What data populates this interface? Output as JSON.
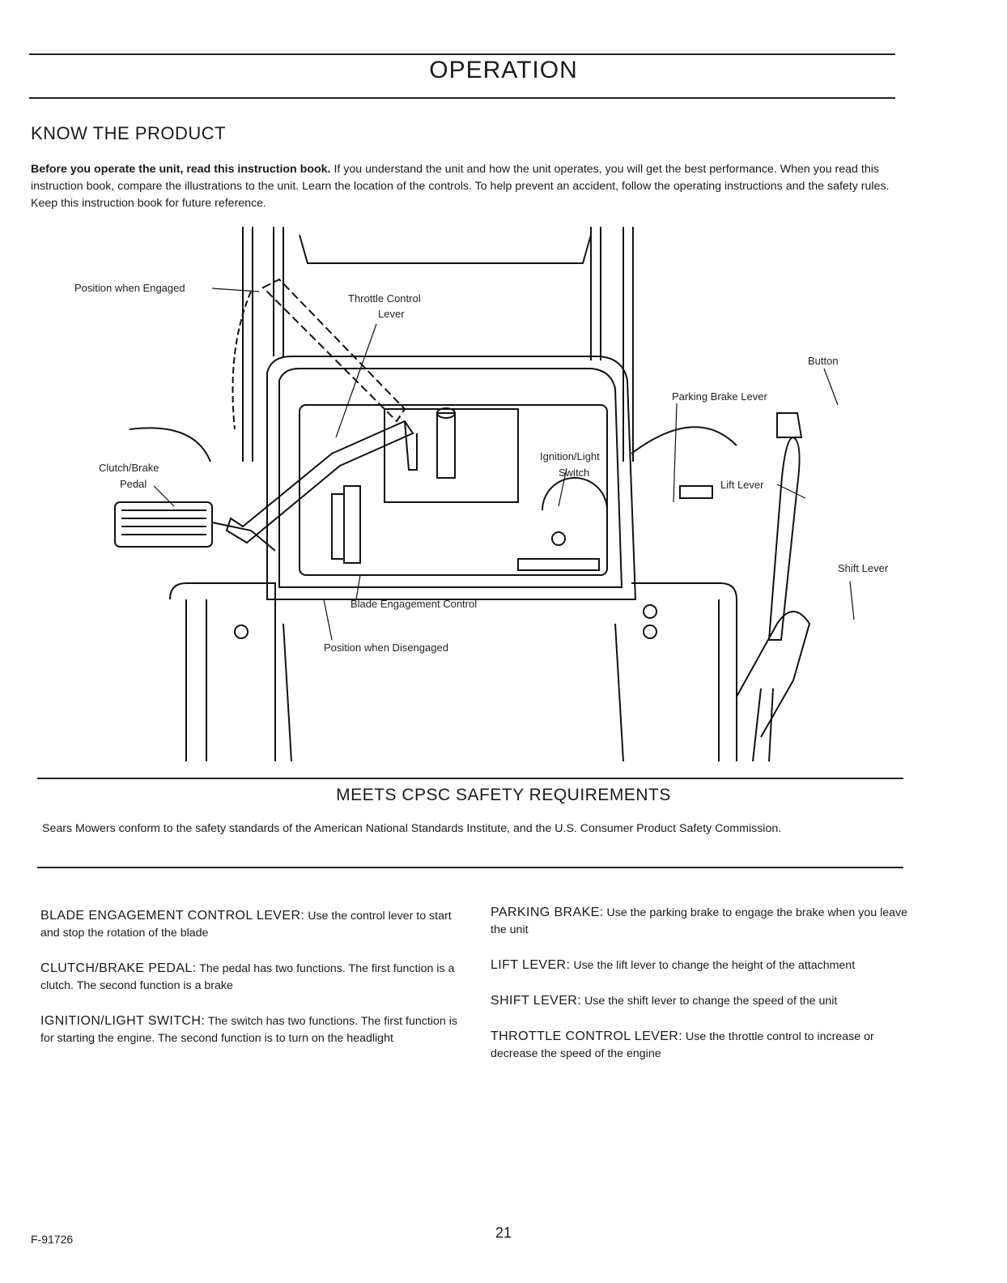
{
  "header": {
    "title": "OPERATION"
  },
  "know": {
    "heading": "KNOW THE PRODUCT",
    "intro_bold": "Before you operate the unit, read this instruction book.",
    "intro_rest": " If you understand the unit and how the unit operates, you will get the best performance. When you read this instruction book, compare the illustrations to the unit. Learn the location of the controls. To help prevent an accident, follow the operating instructions and the safety rules. Keep this instruction book for future reference."
  },
  "diagram": {
    "labels": {
      "position_engaged": "Position when Engaged",
      "throttle_1": "Throttle Control",
      "throttle_2": "Lever",
      "button": "Button",
      "parking_brake": "Parking Brake Lever",
      "clutch_1": "Clutch/Brake",
      "clutch_2": "Pedal",
      "ignition_1": "Ignition/Light",
      "ignition_2": "Switch",
      "lift": "Lift Lever",
      "shift": "Shift Lever",
      "blade": "Blade Engagement Control",
      "position_disengaged": "Position when Disengaged"
    }
  },
  "cpsc": {
    "heading": "MEETS CPSC SAFETY REQUIREMENTS",
    "body": "Sears Mowers conform to the safety standards of the American National Standards Institute, and the U.S. Consumer Product Safety Commission."
  },
  "left_items": [
    {
      "term": "BLADE ENGAGEMENT CONTROL LEVER:",
      "desc": "Use the control lever to start and stop the rotation of the blade"
    },
    {
      "term": "CLUTCH/BRAKE PEDAL:",
      "desc": "The pedal has two functions. The first function is a clutch. The second function is a brake"
    },
    {
      "term": "IGNITION/LIGHT SWITCH:",
      "desc": "The switch has two functions. The first function is for starting the engine. The second function is to turn on the headlight"
    }
  ],
  "right_items": [
    {
      "term": "PARKING BRAKE:",
      "desc": "Use the parking brake to engage the brake when you leave the unit"
    },
    {
      "term": "LIFT LEVER:",
      "desc": "Use the lift lever to change the height of the attachment"
    },
    {
      "term": "SHIFT LEVER:",
      "desc": "Use the shift lever to change the speed of the unit"
    },
    {
      "term": "THROTTLE CONTROL LEVER:",
      "desc": "Use the throttle control to increase or decrease the speed of the engine"
    }
  ],
  "footer": {
    "code": "F-91726",
    "page": "21"
  }
}
